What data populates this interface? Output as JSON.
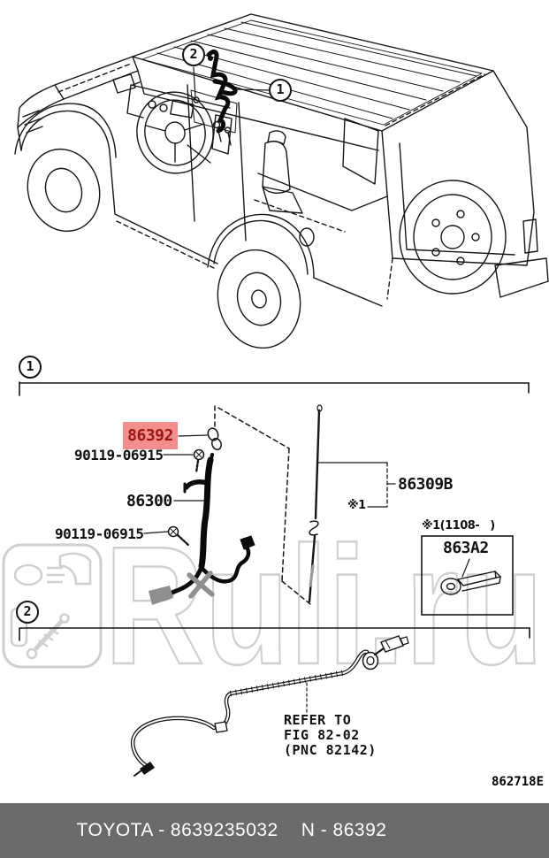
{
  "watermark": {
    "text": "Ruli.ru",
    "color": "#cfcfcf"
  },
  "car_figure": {
    "callout_1": "1",
    "callout_2": "2"
  },
  "fig1": {
    "callout": "1",
    "clip_label": "86392",
    "highlight_bg": "#f28f8d",
    "highlight_fg": "#9c1714",
    "screw_label_top": "90119-06915",
    "harness_label": "86300",
    "screw_label_bottom": "90119-06915",
    "antenna_label": "86309B",
    "note_ref": "※1",
    "inset_title": "※1(1108-   )",
    "inset_part_label": "863A2"
  },
  "fig2": {
    "callout": "2",
    "refer_note": {
      "line1": "REFER TO",
      "line2": "FIG 82-02",
      "line3": "(PNC 82142)"
    }
  },
  "doc_code": "862718E",
  "footer": {
    "left": "TOYOTA - 8639235032",
    "right": "N - 86392",
    "bg": "#6b6b6b",
    "fg": "#ffffff"
  }
}
